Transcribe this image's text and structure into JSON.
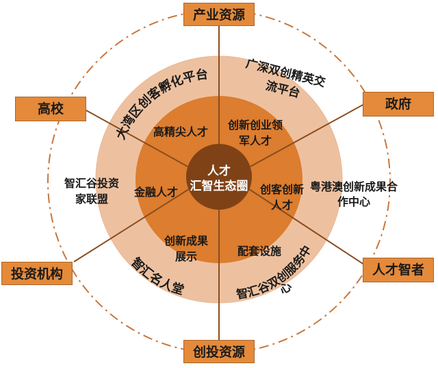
{
  "colors": {
    "outer_ring": "#EDC1A0",
    "inner_ring": "#DC7D2F",
    "center": "#7F4216",
    "outer_box": "#E48A3A",
    "dash": "#C9763A",
    "spoke": "#8A4C1E",
    "text": "#1a1a1a",
    "center_text": "#ffffff"
  },
  "center": {
    "lines": [
      "人才",
      "汇智生态圈"
    ]
  },
  "inner_ring": [
    {
      "id": "gaojingjian",
      "lines": [
        "高精尖人才"
      ]
    },
    {
      "id": "chuangxin-lingjun",
      "lines": [
        "创新创业领",
        "军人才"
      ]
    },
    {
      "id": "chuangke",
      "lines": [
        "创客创新",
        "人才"
      ]
    },
    {
      "id": "peitao",
      "lines": [
        "配套设施"
      ]
    },
    {
      "id": "chengguo",
      "lines": [
        "创新成果",
        "展示"
      ]
    },
    {
      "id": "jinrong",
      "lines": [
        "金融人才"
      ]
    }
  ],
  "outer_ring": [
    {
      "id": "dawanqu",
      "arc": "大湾区创客孵化平台"
    },
    {
      "id": "guangshen",
      "lines": [
        "广深双创精英交",
        "流平台"
      ]
    },
    {
      "id": "yuegangao",
      "lines": [
        "粤港澳创新成果合",
        "作中心"
      ]
    },
    {
      "id": "zhihuigu-fuwu",
      "arc_lines": [
        "智汇谷双创服务中",
        "心"
      ]
    },
    {
      "id": "mingrentang",
      "arc": "智汇名人堂"
    },
    {
      "id": "touzi-lianmeng",
      "lines": [
        "智汇谷投资",
        "家联盟"
      ]
    }
  ],
  "outer_boxes": [
    {
      "id": "chanye",
      "label": "产业资源"
    },
    {
      "id": "zhengfu",
      "label": "政府"
    },
    {
      "id": "rencai-zhizhe",
      "label": "人才智者"
    },
    {
      "id": "chuangtou",
      "label": "创投资源"
    },
    {
      "id": "touzi-jigou",
      "label": "投资机构"
    },
    {
      "id": "gaoxiao",
      "label": "高校"
    }
  ]
}
